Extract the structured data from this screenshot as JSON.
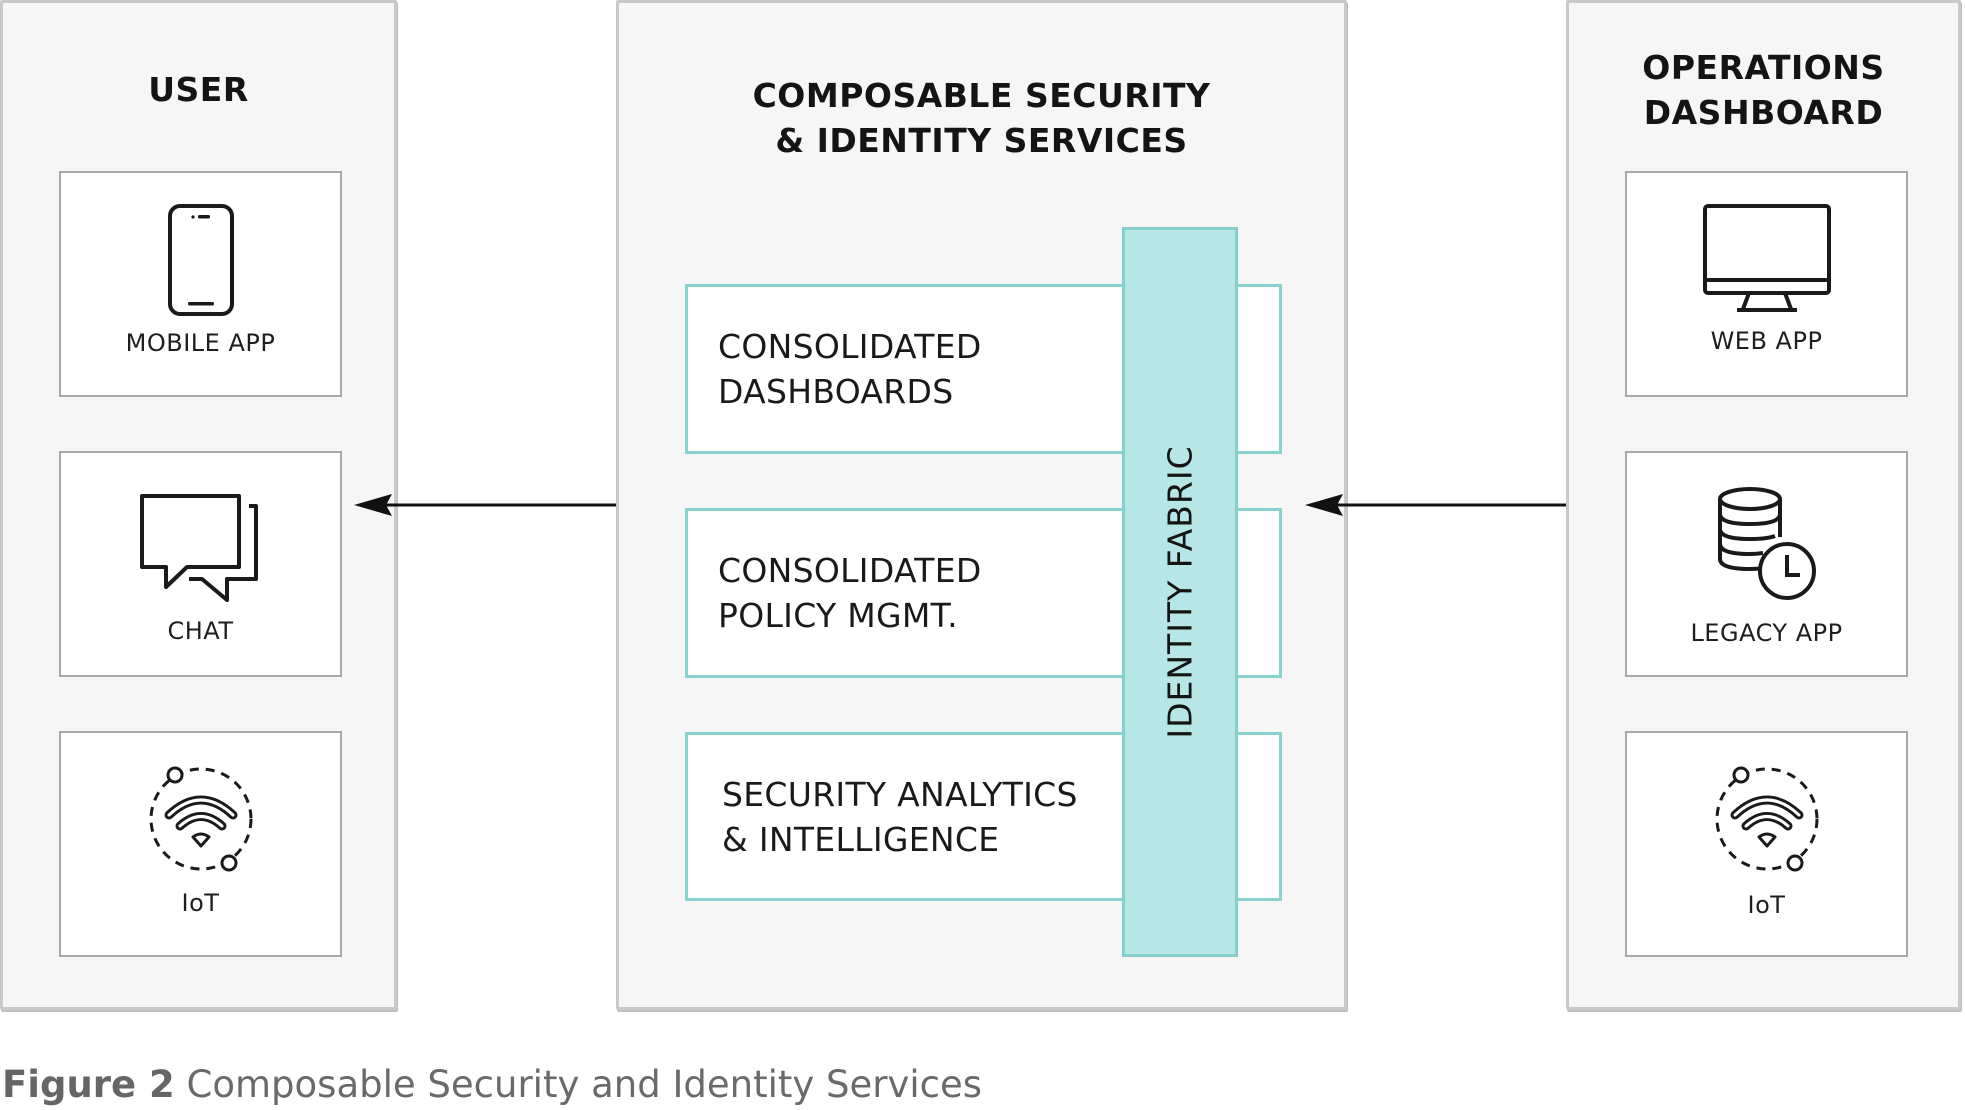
{
  "diagram": {
    "left_panel": {
      "title": "USER",
      "cards": [
        {
          "label": "MOBILE APP",
          "icon": "mobile-phone-icon"
        },
        {
          "label": "CHAT",
          "icon": "chat-bubbles-icon"
        },
        {
          "label": "IoT",
          "icon": "iot-wifi-icon"
        }
      ]
    },
    "center_panel": {
      "title_line1": "COMPOSABLE SECURITY",
      "title_line2": "& IDENTITY SERVICES",
      "services": [
        {
          "line1": "CONSOLIDATED",
          "line2": "DASHBOARDS"
        },
        {
          "line1": "CONSOLIDATED",
          "line2": "POLICY MGMT."
        },
        {
          "line1": "SECURITY ANALYTICS",
          "line2": "& INTELLIGENCE"
        }
      ],
      "fabric_label": "IDENTITY FABRIC"
    },
    "right_panel": {
      "title_line1": "OPERATIONS",
      "title_line2": "DASHBOARD",
      "cards": [
        {
          "label": "WEB APP",
          "icon": "desktop-monitor-icon"
        },
        {
          "label": "LEGACY APP",
          "icon": "database-clock-icon"
        },
        {
          "label": "IoT",
          "icon": "iot-wifi-icon"
        }
      ]
    },
    "connections": [
      {
        "from": "USER",
        "to": "COMPOSABLE SECURITY & IDENTITY SERVICES",
        "direction": "bidirectional"
      },
      {
        "from": "COMPOSABLE SECURITY & IDENTITY SERVICES",
        "to": "OPERATIONS DASHBOARD",
        "direction": "bidirectional"
      }
    ],
    "colors": {
      "panel_bg": "#f6f6f6",
      "teal_border": "#86d3cf",
      "fabric_fill": "#b6e7e6"
    }
  },
  "caption": {
    "figure_label": "Figure 2",
    "text": "Composable Security and Identity Services"
  }
}
